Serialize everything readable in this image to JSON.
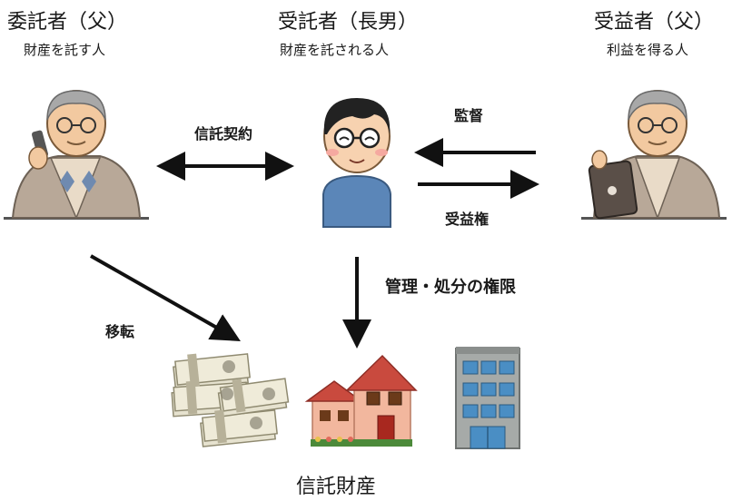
{
  "settlor": {
    "title": "委託者（父）",
    "desc": "財産を託す人"
  },
  "trustee": {
    "title": "受託者（長男）",
    "desc": "財産を託される人"
  },
  "beneficiary": {
    "title": "受益者（父）",
    "desc": "利益を得る人"
  },
  "arrows": {
    "trust_contract": "信託契約",
    "supervision": "監督",
    "beneficial_right": "受益権",
    "transfer": "移転",
    "management_authority": "管理・処分の権限"
  },
  "trust_property": {
    "caption": "信託財産"
  },
  "colors": {
    "arrow": "#111111",
    "jacket": "#b8a898",
    "hair_gray": "#a8a8a8",
    "trustee_shirt": "#5b86b8",
    "money": "#e6e2cf",
    "house_wall": "#f2b79e",
    "house_roof": "#c94a3e",
    "building": "#4a8ec4"
  }
}
